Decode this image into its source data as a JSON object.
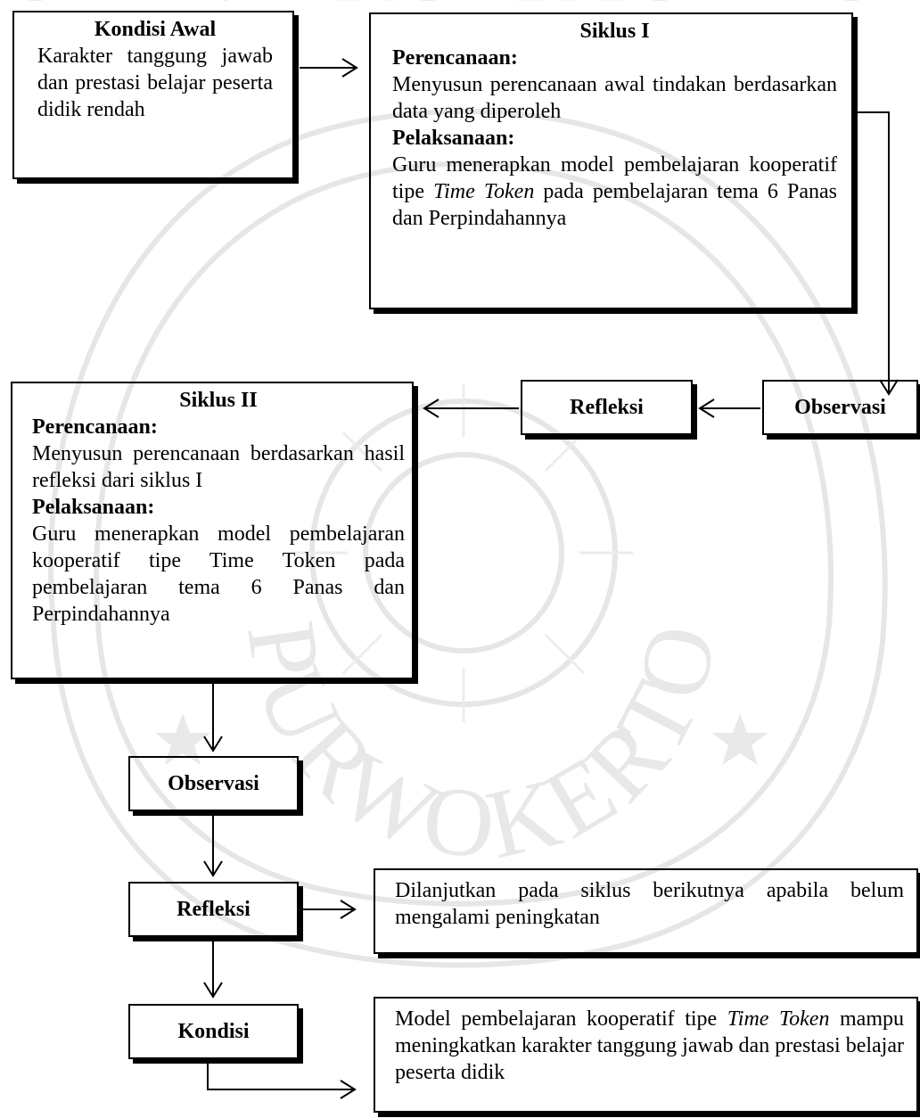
{
  "watermark": {
    "university": "UNIVERSITAS MUHAMMADIYAH",
    "city": "PURWOKERTO"
  },
  "kondisi_awal": {
    "title": "Kondisi Awal",
    "text": "Karakter tanggung jawab dan prestasi belajar peserta didik rendah"
  },
  "siklus1": {
    "title": "Siklus I",
    "perencanaan_label": "Perencanaan:",
    "perencanaan_text": "Menyusun perencanaan awal tindakan berdasarkan data yang diperoleh",
    "pelaksanaan_label": "Pelaksanaan:",
    "pelaksanaan_pre": "Guru menerapkan model pembelajaran kooperatif tipe ",
    "pelaksanaan_italic": "Time Token",
    "pelaksanaan_post": " pada pembelajaran tema 6 Panas dan Perpindahannya"
  },
  "observasi1": {
    "label": "Observasi"
  },
  "refleksi1": {
    "label": "Refleksi"
  },
  "siklus2": {
    "title": "Siklus II",
    "perencanaan_label": "Perencanaan:",
    "perencanaan_text": "Menyusun perencanaan berdasarkan hasil refleksi dari siklus I",
    "pelaksanaan_label": "Pelaksanaan:",
    "pelaksanaan_text": "Guru menerapkan model pembelajaran kooperatif tipe Time Token pada pembelajaran tema 6 Panas dan Perpindahannya"
  },
  "observasi2": {
    "label": "Observasi"
  },
  "refleksi2": {
    "label": "Refleksi"
  },
  "lanjut": {
    "text": "Dilanjutkan pada siklus berikutnya apabila belum mengalami peningkatan"
  },
  "kondisi_akhir": {
    "label": "Kondisi"
  },
  "hasil": {
    "pre": "Model pembelajaran kooperatif tipe ",
    "italic": "Time Token",
    "post": " mampu meningkatkan karakter tanggung jawab dan prestasi belajar peserta didik"
  }
}
